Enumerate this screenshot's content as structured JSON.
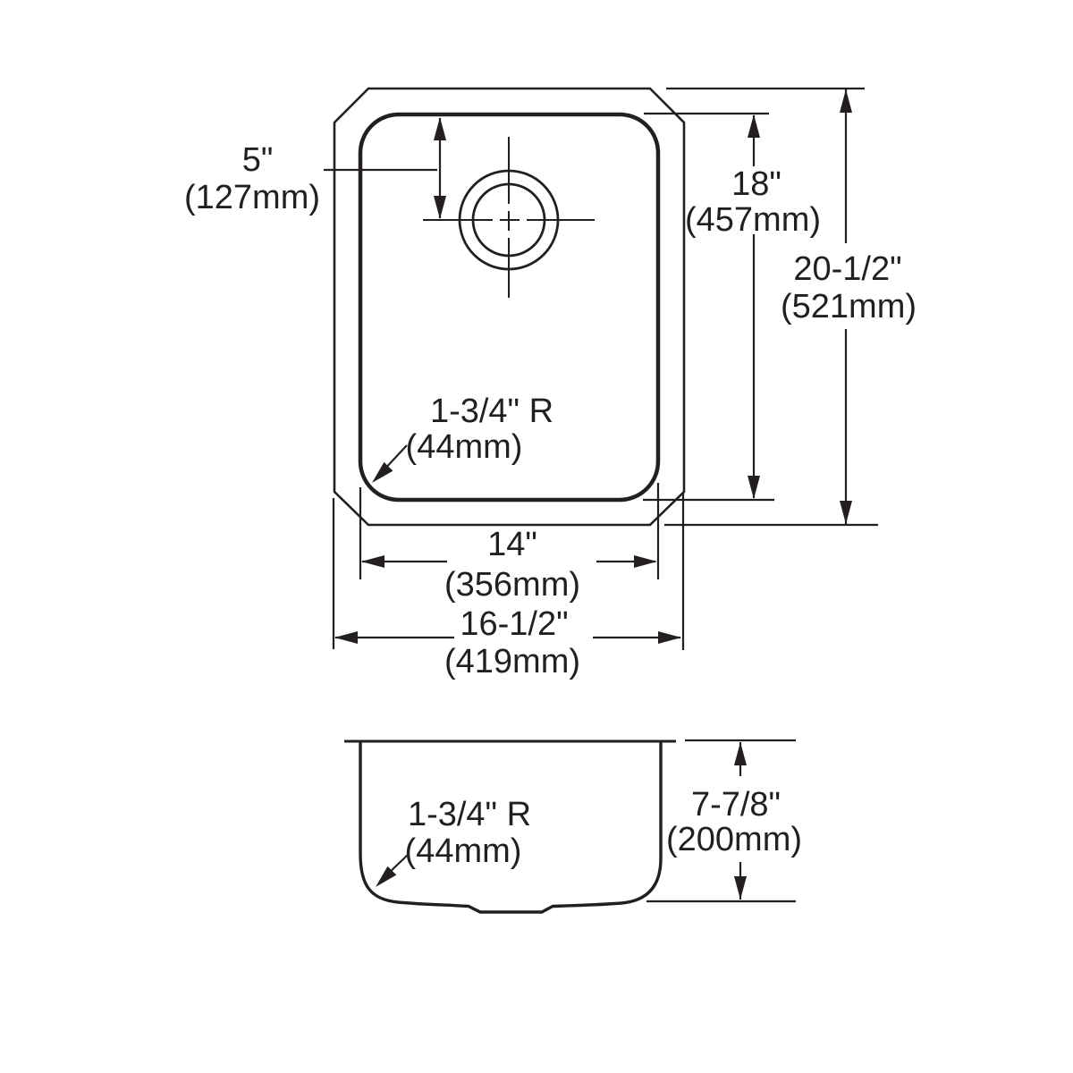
{
  "page": {
    "background": "#ffffff",
    "ink": "#231f20",
    "description": "Undermount single-bowl sink dimension drawing, top view and side view"
  },
  "dimensions": {
    "drain_center_from_top": {
      "inches": "5\"",
      "metric": "(127mm)"
    },
    "bowl_length": {
      "inches": "18\"",
      "metric": "(457mm)"
    },
    "overall_length": {
      "inches": "20-1/2\"",
      "metric": "(521mm)"
    },
    "bowl_corner_radius": {
      "inches": "1-3/4\" R",
      "metric": "(44mm)"
    },
    "bowl_width": {
      "inches": "14\"",
      "metric": "(356mm)"
    },
    "overall_width": {
      "inches": "16-1/2\"",
      "metric": "(419mm)"
    },
    "bowl_depth": {
      "inches": "7-7/8\"",
      "metric": "(200mm)"
    },
    "bottom_corner_radius": {
      "inches": "1-3/4\" R",
      "metric": "(44mm)"
    }
  }
}
